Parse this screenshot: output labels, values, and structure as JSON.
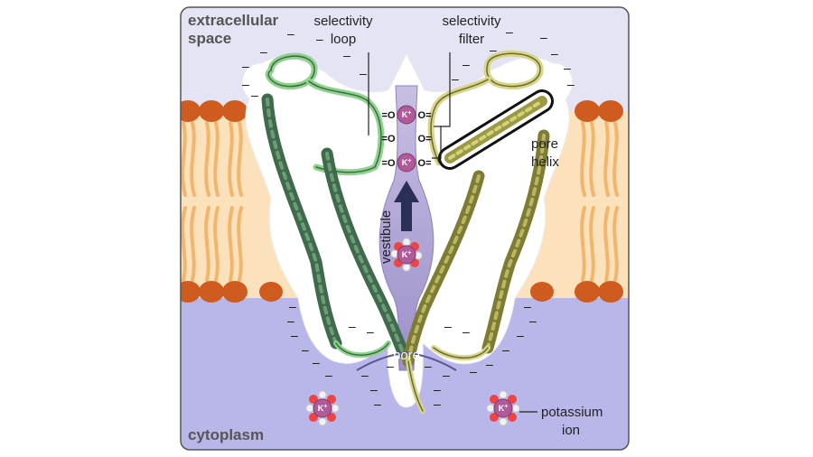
{
  "labels": {
    "extracellular_line1": "extracellular",
    "extracellular_line2": "space",
    "cytoplasm": "cytoplasm",
    "selectivity_loop_line1": "selectivity",
    "selectivity_loop_line2": "loop",
    "selectivity_filter_line1": "selectivity",
    "selectivity_filter_line2": "filter",
    "pore_helix_line1": "pore",
    "pore_helix_line2": "helix",
    "vestibule": "vestibule",
    "pore": "pore",
    "potassium_line1": "potassium",
    "potassium_line2": "ion"
  },
  "ion": {
    "symbol": "K",
    "charge": "+"
  },
  "oxygen": "O",
  "charge_sign": "–",
  "colors": {
    "extracellular_bg": "#e4e4f4",
    "cytoplasm_bg": "#b9b6ea",
    "lipid_head": "#cf5c1e",
    "lipid_tail": "#f3b56c",
    "membrane_core": "#fbe2bd",
    "channel_left": "#3f6b4c",
    "channel_right": "#8b8a3c",
    "pore_fill": "#b3a6d6",
    "ion": "#b05a9a"
  }
}
